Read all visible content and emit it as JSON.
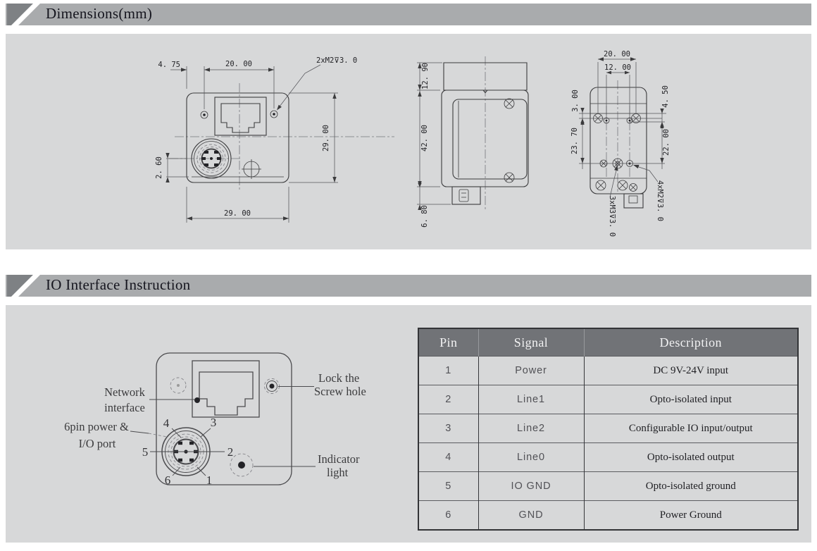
{
  "colors": {
    "banner": "#a9abad",
    "banner_ornament": "#7e8184",
    "panel_bg": "#d7d8d9",
    "table_header_bg": "#717377",
    "table_header_text": "#f2f2f3"
  },
  "dimensions_section": {
    "title": "Dimensions(mm)",
    "front_view": {
      "dim_offset": "4. 75",
      "dim_top": "20. 00",
      "screw_label": "2xM2⊽3. 0",
      "dim_height": "29. 00",
      "dim_connector": "2. 60",
      "dim_width": "29. 00"
    },
    "side_view": {
      "dim_top": "12. 90",
      "dim_body": "42. 00",
      "dim_bottom": "6. 80"
    },
    "rear_view": {
      "dim_outer_holes": "20. 00",
      "dim_inner_holes": "12. 00",
      "dim_left_small": "3. 00",
      "dim_left": "23. 70",
      "dim_right_small": "4. 50",
      "dim_right": "22. 00",
      "label_m3": "3xM3⊽3. 0",
      "label_m2": "4xM2⊽3. 0"
    }
  },
  "io_section": {
    "title": "IO Interface Instruction",
    "diagram": {
      "network_label_line1": "Network",
      "network_label_line2": "interface",
      "power_label_line1": "6pin power &",
      "power_label_line2": "I/O port",
      "lock_label_line1": "Lock the",
      "lock_label_line2": "Screw hole",
      "indicator_label_line1": "Indicator",
      "indicator_label_line2": "light",
      "pin_numbers": {
        "p1": "1",
        "p2": "2",
        "p3": "3",
        "p4": "4",
        "p5": "5",
        "p6": "6"
      }
    },
    "table": {
      "headers": [
        "Pin",
        "Signal",
        "Description"
      ],
      "rows": [
        {
          "pin": "1",
          "signal": "Power",
          "desc": "DC 9V-24V input"
        },
        {
          "pin": "2",
          "signal": "Line1",
          "desc": "Opto-isolated input"
        },
        {
          "pin": "3",
          "signal": "Line2",
          "desc": "Configurable IO input/output"
        },
        {
          "pin": "4",
          "signal": "Line0",
          "desc": "Opto-isolated output"
        },
        {
          "pin": "5",
          "signal": "IO GND",
          "desc": "Opto-isolated ground"
        },
        {
          "pin": "6",
          "signal": "GND",
          "desc": "Power Ground"
        }
      ]
    }
  }
}
